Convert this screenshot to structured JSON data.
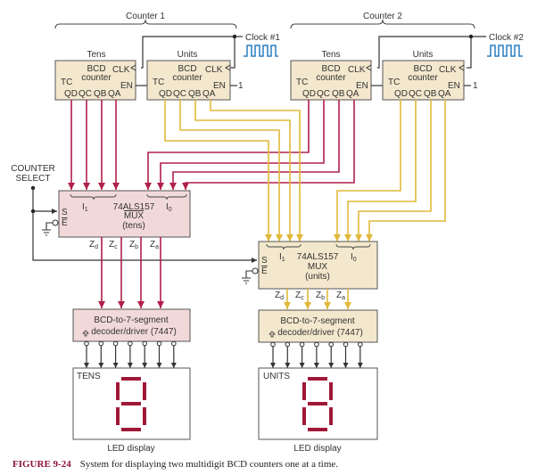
{
  "colors": {
    "counter_box": "#f3e7cd",
    "mux_tens_box": "#f2d9d9",
    "mux_units_box": "#f3e7cd",
    "decoder_tens_box": "#f2d9d9",
    "decoder_units_box": "#f3e7cd",
    "tens_wire": "#b0204a",
    "units_wire": "#e0b93a",
    "black_wire": "#333333",
    "clock_wave": "#2a7fc0",
    "segment": "#a01838",
    "caption_label": "#8a1538"
  },
  "counter1": {
    "label": "Counter 1",
    "clock_label": "Clock #1",
    "tens": {
      "title": "Tens",
      "line1": "BCD",
      "line2": "counter",
      "clk": "CLK",
      "tc": "TC",
      "en": "EN",
      "outputs": [
        "QD",
        "QC",
        "QB",
        "QA"
      ]
    },
    "units": {
      "title": "Units",
      "line1": "BCD",
      "line2": "counter",
      "clk": "CLK",
      "tc": "TC",
      "en": "EN",
      "en_value": "1",
      "outputs": [
        "QD",
        "QC",
        "QB",
        "QA"
      ]
    }
  },
  "counter2": {
    "label": "Counter 2",
    "clock_label": "Clock #2",
    "tens": {
      "title": "Tens",
      "line1": "BCD",
      "line2": "counter",
      "clk": "CLK",
      "tc": "TC",
      "en": "EN",
      "outputs": [
        "QD",
        "QC",
        "QB",
        "QA"
      ]
    },
    "units": {
      "title": "Units",
      "line1": "BCD",
      "line2": "counter",
      "clk": "CLK",
      "tc": "TC",
      "en": "EN",
      "en_value": "1",
      "outputs": [
        "QD",
        "QC",
        "QB",
        "QA"
      ]
    }
  },
  "counter_select": {
    "line1": "COUNTER",
    "line2": "SELECT"
  },
  "mux_tens": {
    "part": "74ALS157",
    "name": "MUX",
    "role": "(tens)",
    "i1": "I",
    "i1_sub": "1",
    "i0": "I",
    "i0_sub": "0",
    "s": "S",
    "e": "E",
    "outputs": [
      {
        "z": "Z",
        "sub": "d"
      },
      {
        "z": "Z",
        "sub": "c"
      },
      {
        "z": "Z",
        "sub": "b"
      },
      {
        "z": "Z",
        "sub": "a"
      }
    ]
  },
  "mux_units": {
    "part": "74ALS157",
    "name": "MUX",
    "role": "(units)",
    "i1": "I",
    "i1_sub": "1",
    "i0": "I",
    "i0_sub": "0",
    "s": "S",
    "e": "E",
    "outputs": [
      {
        "z": "Z",
        "sub": "d"
      },
      {
        "z": "Z",
        "sub": "c"
      },
      {
        "z": "Z",
        "sub": "b"
      },
      {
        "z": "Z",
        "sub": "a"
      }
    ]
  },
  "decoder_tens": {
    "line1": "BCD-to-7-segment",
    "line2": "decoder/driver (7447)"
  },
  "decoder_units": {
    "line1": "BCD-to-7-segment",
    "line2": "decoder/driver (7447)"
  },
  "display_tens": {
    "label": "TENS",
    "caption": "LED display"
  },
  "display_units": {
    "label": "UNITS",
    "caption": "LED display"
  },
  "caption": {
    "figure": "FIGURE 9-24",
    "text": "System for displaying two multidigit BCD counters one at a time."
  }
}
